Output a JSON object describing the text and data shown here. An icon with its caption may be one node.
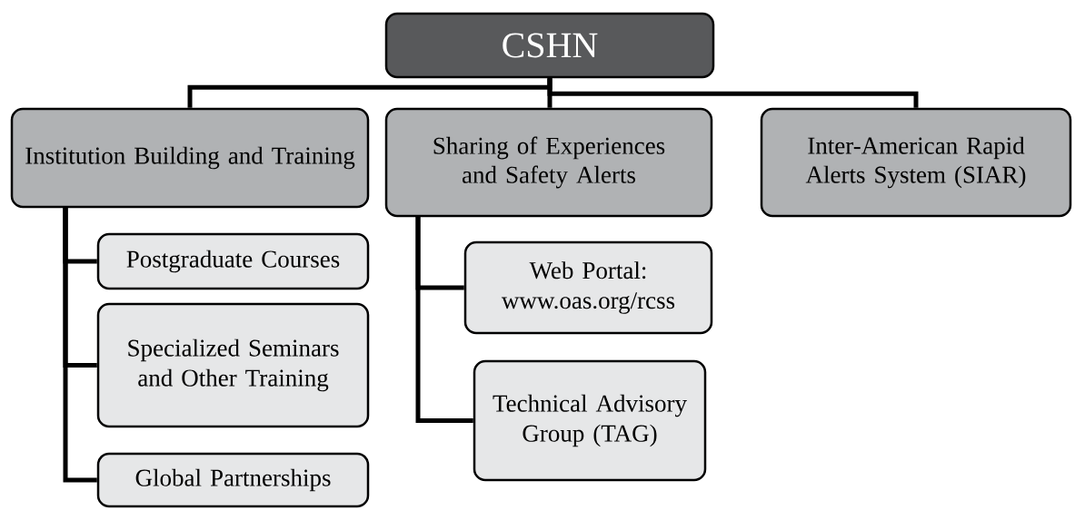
{
  "diagram": {
    "nodes": [
      {
        "text": [
          "CSHN"
        ]
      },
      {
        "text": [
          "Institution Building and Training"
        ]
      },
      {
        "text": [
          "Sharing of Experiences and Safety Alerts"
        ]
      },
      {
        "text": [
          "Inter-American Rapid Alerts System (SIAR)"
        ]
      },
      {
        "text": [
          "Postgraduate Courses"
        ]
      },
      {
        "text": [
          "Specialized Seminars and Other Training"
        ]
      },
      {
        "text": [
          "Global Partnerships"
        ]
      },
      {
        "text": [
          "Web Portal: www.oas.org/rcss"
        ]
      },
      {
        "text": [
          "Technical Advisory Group (TAG)"
        ]
      }
    ],
    "edges": [
      {
        "from": 0,
        "to": 1,
        "arrow": "none"
      },
      {
        "from": 0,
        "to": 2,
        "arrow": "none"
      },
      {
        "from": 0,
        "to": 3,
        "arrow": "none"
      },
      {
        "from": 1,
        "to": 4,
        "arrow": "none"
      },
      {
        "from": 1,
        "to": 5,
        "arrow": "none"
      },
      {
        "from": 1,
        "to": 6,
        "arrow": "none"
      },
      {
        "from": 2,
        "to": 7,
        "arrow": "none"
      },
      {
        "from": 2,
        "to": 8,
        "arrow": "none"
      }
    ]
  }
}
